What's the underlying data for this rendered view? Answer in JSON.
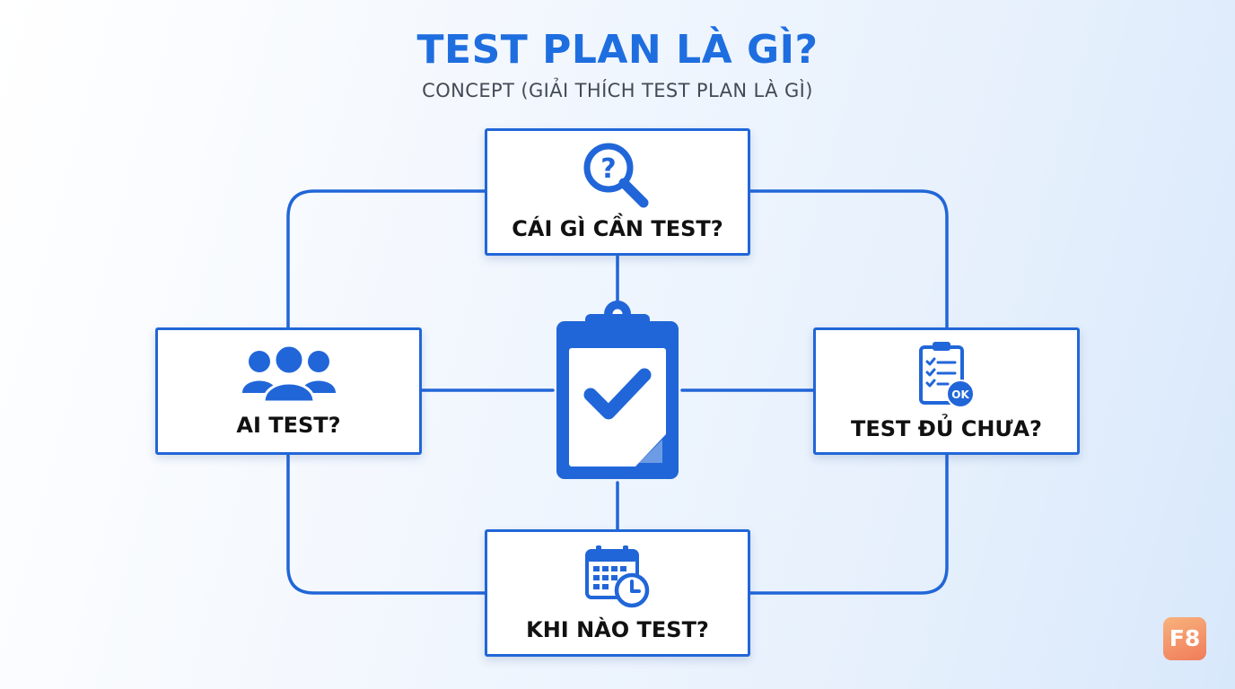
{
  "header": {
    "title": "TEST PLAN LÀ GÌ?",
    "subtitle": "CONCEPT (GIẢI THÍCH TEST PLAN LÀ GÌ)"
  },
  "center": {
    "icon": "clipboard-check-icon"
  },
  "nodes": {
    "top": {
      "label": "CÁI GÌ CẦN TEST?",
      "icon": "search-question-icon"
    },
    "left": {
      "label": "AI TEST?",
      "icon": "people-group-icon"
    },
    "right": {
      "label": "TEST ĐỦ CHƯA?",
      "icon": "checklist-ok-icon",
      "icon_text": "OK"
    },
    "bottom": {
      "label": "KHI NÀO TEST?",
      "icon": "calendar-clock-icon"
    }
  },
  "badge": {
    "text": "F8"
  },
  "colors": {
    "accent": "#2166d8",
    "title": "#1f6ee0",
    "badge": "#f2885f"
  }
}
